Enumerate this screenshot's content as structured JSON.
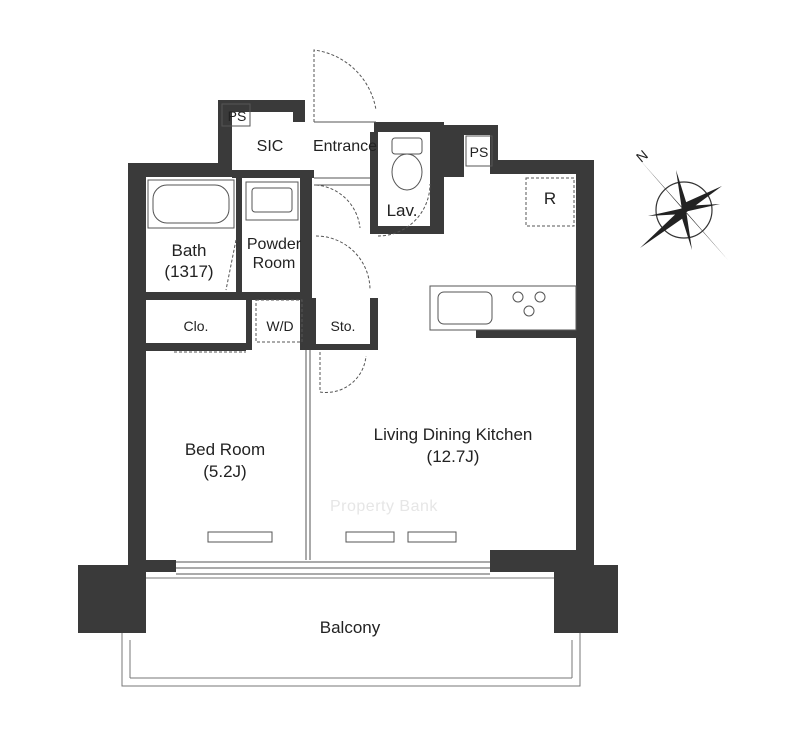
{
  "rooms": {
    "ps_left": "PS",
    "sic": "SIC",
    "entrance": "Entrance",
    "ps_right": "PS",
    "lav": "Lav.",
    "fridge": "R",
    "bath_name": "Bath",
    "bath_size": "(1317)",
    "powder_line1": "Powder",
    "powder_line2": "Room",
    "closet": "Clo.",
    "washer_dryer": "W/D",
    "storage": "Sto.",
    "ldk_name": "Living Dining Kitchen",
    "ldk_size": "(12.7J)",
    "bed_name": "Bed Room",
    "bed_size": "(5.2J)",
    "balcony": "Balcony"
  },
  "compass": {
    "north": "N"
  },
  "watermark": "Property Bank"
}
